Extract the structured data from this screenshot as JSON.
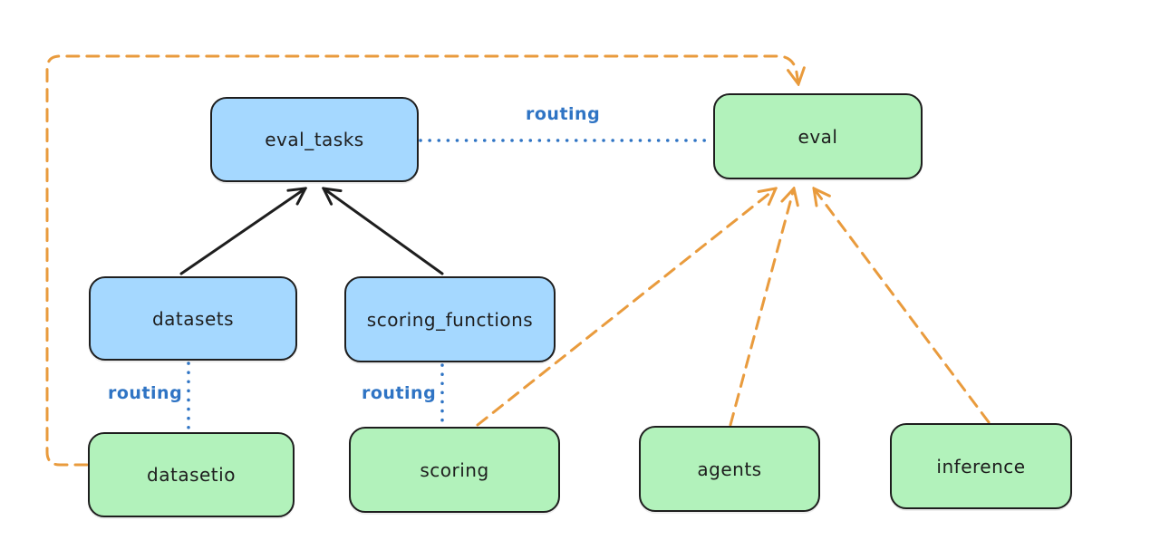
{
  "diagram": {
    "background": "#ffffff",
    "colors": {
      "node_blue_fill": "#a5d8ff",
      "node_green_fill": "#b2f2bb",
      "node_stroke": "#1e1e1e",
      "black_arrow": "#1e1e1e",
      "routing_blue": "#2f74c4",
      "orange_dashed": "#e99b3d",
      "text": "#1e1e1e"
    },
    "nodes": [
      {
        "id": "eval_tasks",
        "label": "eval_tasks",
        "color": "blue"
      },
      {
        "id": "eval",
        "label": "eval",
        "color": "green"
      },
      {
        "id": "datasets",
        "label": "datasets",
        "color": "blue"
      },
      {
        "id": "scoring_functions",
        "label": "scoring_functions",
        "color": "blue"
      },
      {
        "id": "datasetio",
        "label": "datasetio",
        "color": "green"
      },
      {
        "id": "scoring",
        "label": "scoring",
        "color": "green"
      },
      {
        "id": "agents",
        "label": "agents",
        "color": "green"
      },
      {
        "id": "inference",
        "label": "inference",
        "color": "green"
      }
    ],
    "edges": [
      {
        "from": "datasets",
        "to": "eval_tasks",
        "style": "solid-arrow",
        "color": "black",
        "label": ""
      },
      {
        "from": "scoring_functions",
        "to": "eval_tasks",
        "style": "solid-arrow",
        "color": "black",
        "label": ""
      },
      {
        "from": "eval_tasks",
        "to": "eval",
        "style": "dotted",
        "color": "blue",
        "label": "routing"
      },
      {
        "from": "datasets",
        "to": "datasetio",
        "style": "dotted",
        "color": "blue",
        "label": "routing"
      },
      {
        "from": "scoring_functions",
        "to": "scoring",
        "style": "dotted",
        "color": "blue",
        "label": "routing"
      },
      {
        "from": "datasetio",
        "to": "eval",
        "style": "dashed-arrow",
        "color": "orange",
        "label": ""
      },
      {
        "from": "scoring",
        "to": "eval",
        "style": "dashed-arrow",
        "color": "orange",
        "label": ""
      },
      {
        "from": "agents",
        "to": "eval",
        "style": "dashed-arrow",
        "color": "orange",
        "label": ""
      },
      {
        "from": "inference",
        "to": "eval",
        "style": "dashed-arrow",
        "color": "orange",
        "label": ""
      }
    ]
  }
}
